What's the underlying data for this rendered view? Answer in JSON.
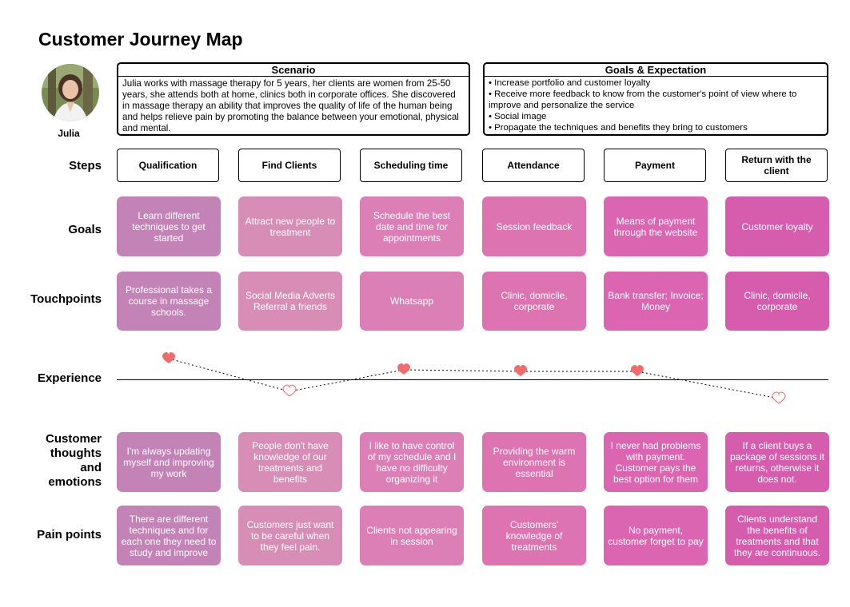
{
  "title": "Customer Journey Map",
  "persona": {
    "name": "Julia"
  },
  "scenario": {
    "heading": "Scenario",
    "text": "Julia works with massage therapy for 5 years, her clients are women from 25-50 years, she attends both at home, clinics both in corporate offices. She discovered in massage therapy an ability that improves the quality of life of the human being and helps relieve pain by promoting the balance between your emotional, physical and mental."
  },
  "goals_expectation": {
    "heading": "Goals & Expectation",
    "items": [
      "• Increase portfolio and customer loyalty",
      "• Receive more feedback to know from the customer's point of view where to improve and personalize the service",
      "• Social image",
      "• Propagate the techniques and benefits they bring to customers"
    ]
  },
  "row_labels": {
    "steps": "Steps",
    "goals": "Goals",
    "touchpoints": "Touchpoints",
    "experience": "Experience",
    "thoughts": "Customer thoughts and emotions",
    "pain": "Pain points"
  },
  "steps": [
    "Qualification",
    "Find Clients",
    "Scheduling time",
    "Attendance",
    "Payment",
    "Return with the client"
  ],
  "goals": [
    "Learn different techniques to get started",
    "Attract new people to treatment",
    "Schedule the best date and time for appointments",
    "Session feedback",
    "Means of payment through the website",
    "Customer loyalty"
  ],
  "touchpoints": [
    "Professional takes a course in massage schools.",
    "Social Media Adverts Referral a friends",
    "Whatsapp",
    "Clinic, domicile, corporate",
    "Bank transfer; Invoice; Money",
    "Clinic, domicile, corporate"
  ],
  "experience": [
    {
      "state": "positive"
    },
    {
      "state": "negative"
    },
    {
      "state": "positive"
    },
    {
      "state": "positive"
    },
    {
      "state": "positive"
    },
    {
      "state": "negative"
    }
  ],
  "thoughts": [
    "I'm always updating myself and improving my work",
    "People don't have knowledge of our treatments and benefits",
    "I like to have control of my schedule and I have no difficulty organizing it",
    "Providing the warm environment is essential",
    "I never had problems with payment. Customer pays the best option for them",
    "If a client buys a package of sessions it returns, otherwise it does not."
  ],
  "pain_points": [
    "There are different techniques and for each one they need to study and improve",
    "Customers just want to be careful when they feel pain.",
    "Clients not appearing in session",
    "Customers' knowledge of treatments",
    "No payment, customer forget to pay",
    "Clients understand the benefits of treatments and that they are continuous."
  ],
  "colors": {
    "heart": "#f26b6b",
    "card_stage": [
      "#c383b6",
      "#d78db5",
      "#dd7fb7",
      "#dd73b0",
      "#db65b1",
      "#d65cad"
    ]
  }
}
